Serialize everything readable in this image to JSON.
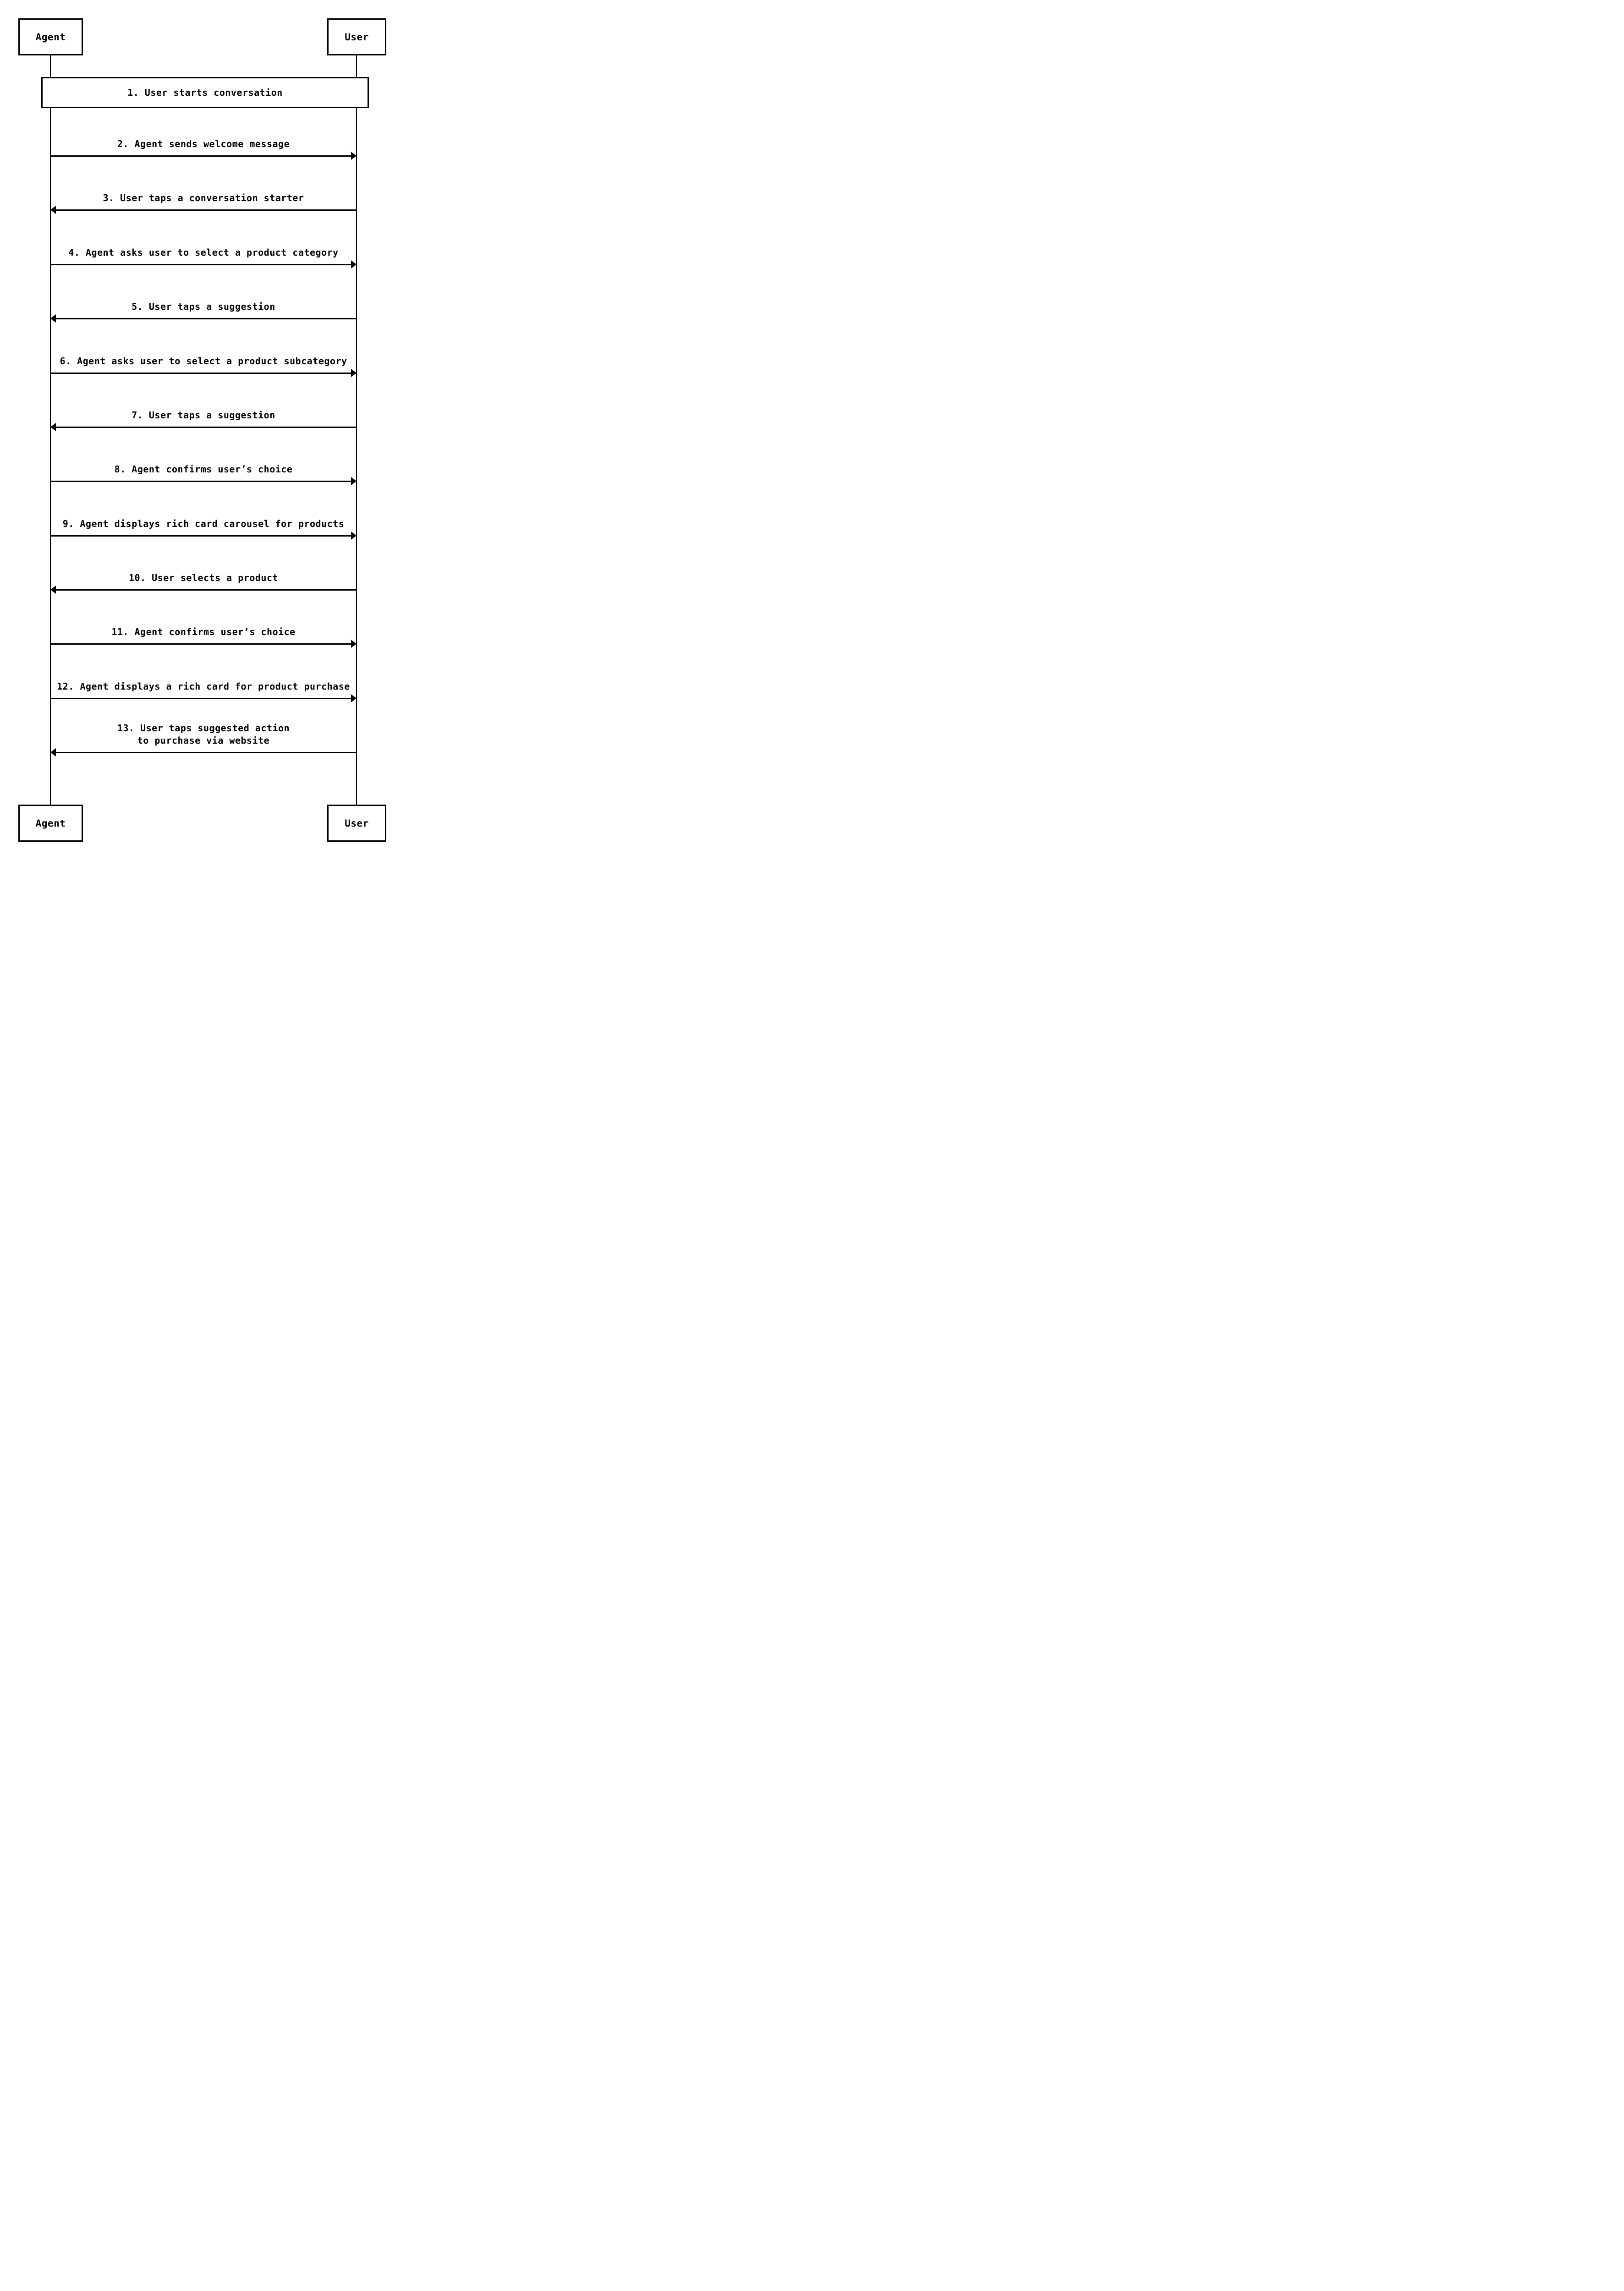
{
  "diagram": {
    "type": "sequence-diagram",
    "background_color": "#ffffff",
    "line_color": "#000000",
    "participants": [
      {
        "id": "agent",
        "label": "Agent"
      },
      {
        "id": "user",
        "label": "User"
      }
    ],
    "steps": {
      "banner": "1. User starts conversation",
      "messages": [
        {
          "label": "2. Agent sends welcome message",
          "from": "Agent",
          "to": "User",
          "direction": "right"
        },
        {
          "label": "3. User taps a conversation starter",
          "from": "User",
          "to": "Agent",
          "direction": "left"
        },
        {
          "label": "4. Agent asks user to select a product category",
          "from": "Agent",
          "to": "User",
          "direction": "right"
        },
        {
          "label": "5. User taps a suggestion",
          "from": "User",
          "to": "Agent",
          "direction": "left"
        },
        {
          "label": "6. Agent asks user to select a product subcategory",
          "from": "Agent",
          "to": "User",
          "direction": "right"
        },
        {
          "label": "7. User taps a suggestion",
          "from": "User",
          "to": "Agent",
          "direction": "left"
        },
        {
          "label": "8. Agent confirms user’s choice",
          "from": "Agent",
          "to": "User",
          "direction": "right"
        },
        {
          "label": "9. Agent displays rich card carousel for products",
          "from": "Agent",
          "to": "User",
          "direction": "right"
        },
        {
          "label": "10. User selects a product",
          "from": "User",
          "to": "Agent",
          "direction": "left"
        },
        {
          "label": "11. Agent confirms user’s choice",
          "from": "Agent",
          "to": "User",
          "direction": "right"
        },
        {
          "label": "12. Agent displays a rich card for product purchase",
          "from": "Agent",
          "to": "User",
          "direction": "right"
        },
        {
          "label": "13. User taps suggested action",
          "label2": "to purchase via website",
          "from": "User",
          "to": "Agent",
          "direction": "left"
        }
      ]
    }
  }
}
